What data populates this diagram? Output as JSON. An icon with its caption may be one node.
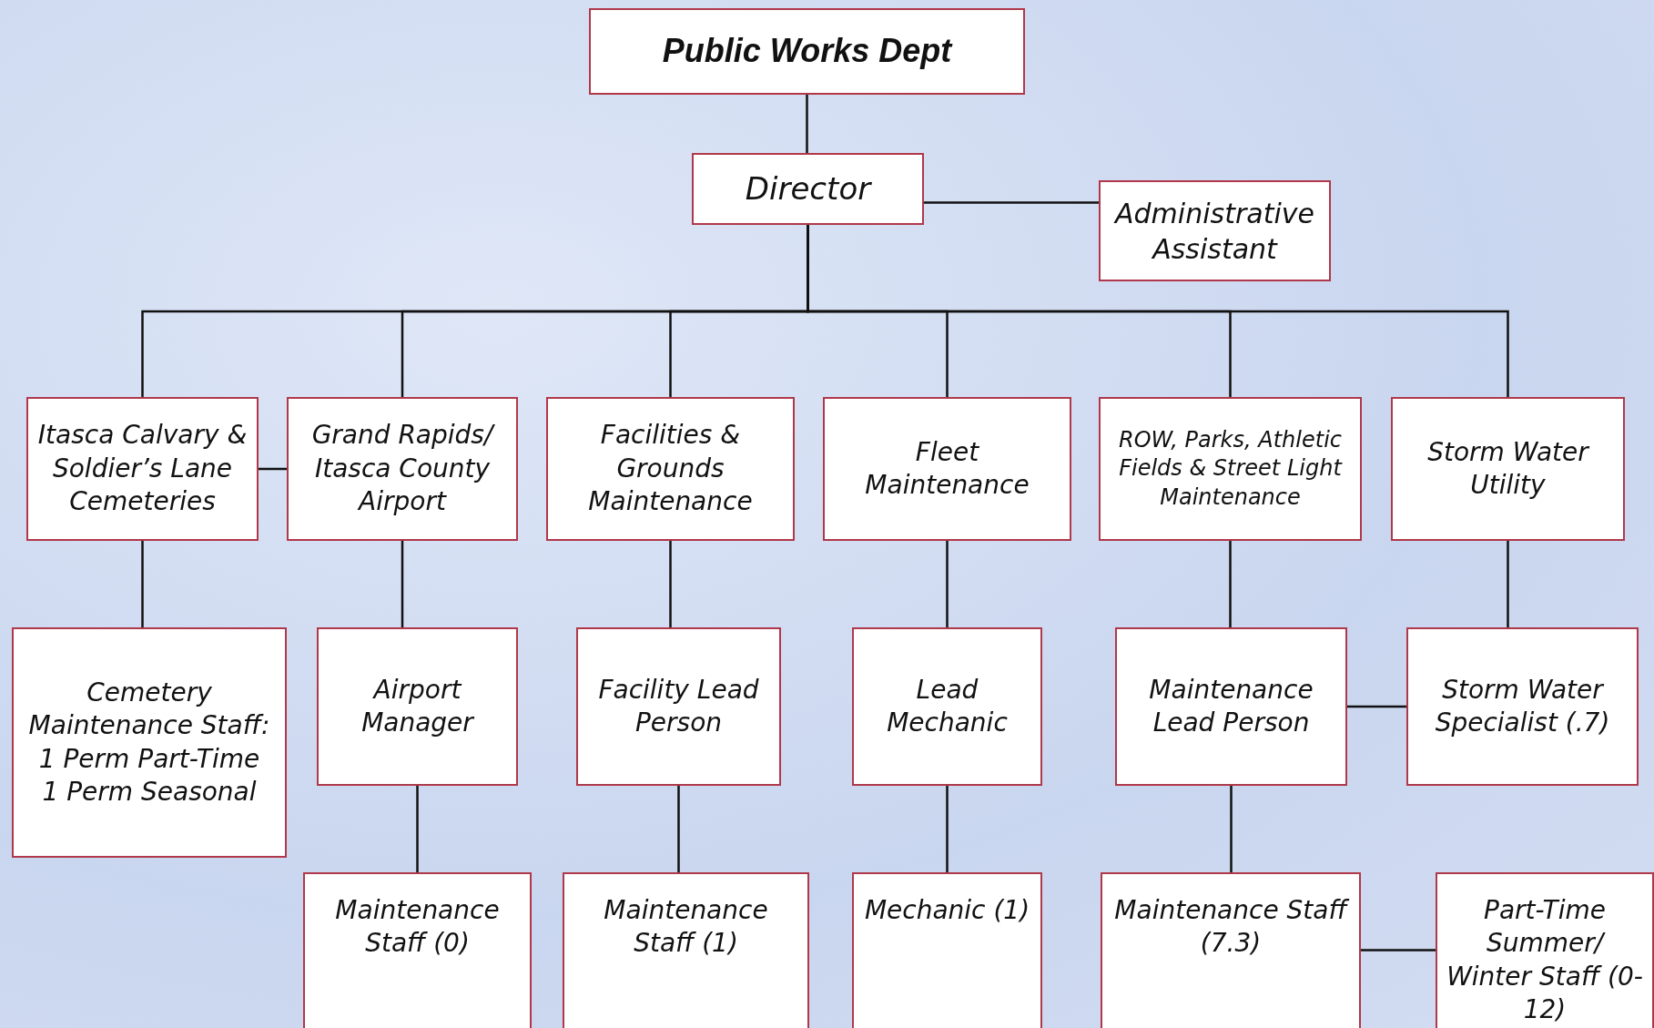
{
  "diagram": {
    "nodes": [
      {
        "text": [
          "Public Works Dept"
        ]
      },
      {
        "text": [
          "Director"
        ]
      },
      {
        "text": [
          "Administrative Assistant"
        ]
      },
      {
        "text": [
          "Itasca Calvary & Soldier’s Lane Cemeteries"
        ]
      },
      {
        "text": [
          "Grand Rapids/ Itasca County Airport"
        ]
      },
      {
        "text": [
          "Facilities & Grounds Maintenance"
        ]
      },
      {
        "text": [
          "Fleet Maintenance"
        ]
      },
      {
        "text": [
          "ROW, Parks, Athletic Fields & Street Light Maintenance"
        ]
      },
      {
        "text": [
          "Storm Water Utility"
        ]
      },
      {
        "text": [
          "Cemetery Maintenance Staff:",
          "1 Perm Part-Time",
          "1 Perm Seasonal"
        ]
      },
      {
        "text": [
          "Airport Manager"
        ]
      },
      {
        "text": [
          "Facility Lead Person"
        ]
      },
      {
        "text": [
          "Lead Mechanic"
        ]
      },
      {
        "text": [
          "Maintenance Lead Person"
        ]
      },
      {
        "text": [
          "Storm Water Specialist (.7)"
        ]
      },
      {
        "text": [
          "Maintenance Staff (0)"
        ]
      },
      {
        "text": [
          "Maintenance Staff (1)"
        ]
      },
      {
        "text": [
          "Mechanic (1)"
        ]
      },
      {
        "text": [
          "Maintenance Staff (7.3)"
        ]
      },
      {
        "text": [
          "Part-Time Summer/ Winter Staff (0-12)"
        ]
      }
    ],
    "edges": [
      {
        "from": 0,
        "to": 1,
        "arrow": "none"
      },
      {
        "from": 1,
        "to": 2,
        "arrow": "none"
      },
      {
        "from": 1,
        "to": 3,
        "arrow": "none"
      },
      {
        "from": 1,
        "to": 4,
        "arrow": "none"
      },
      {
        "from": 1,
        "to": 5,
        "arrow": "none"
      },
      {
        "from": 1,
        "to": 6,
        "arrow": "none"
      },
      {
        "from": 1,
        "to": 7,
        "arrow": "none"
      },
      {
        "from": 1,
        "to": 8,
        "arrow": "none"
      },
      {
        "from": 3,
        "to": 4,
        "arrow": "none"
      },
      {
        "from": 3,
        "to": 9,
        "arrow": "none"
      },
      {
        "from": 4,
        "to": 10,
        "arrow": "none"
      },
      {
        "from": 5,
        "to": 11,
        "arrow": "none"
      },
      {
        "from": 6,
        "to": 12,
        "arrow": "none"
      },
      {
        "from": 7,
        "to": 13,
        "arrow": "none"
      },
      {
        "from": 8,
        "to": 14,
        "arrow": "none"
      },
      {
        "from": 13,
        "to": 14,
        "arrow": "none"
      },
      {
        "from": 10,
        "to": 15,
        "arrow": "none"
      },
      {
        "from": 11,
        "to": 16,
        "arrow": "none"
      },
      {
        "from": 12,
        "to": 17,
        "arrow": "none"
      },
      {
        "from": 13,
        "to": 18,
        "arrow": "none"
      },
      {
        "from": 18,
        "to": 19,
        "arrow": "none"
      }
    ]
  }
}
